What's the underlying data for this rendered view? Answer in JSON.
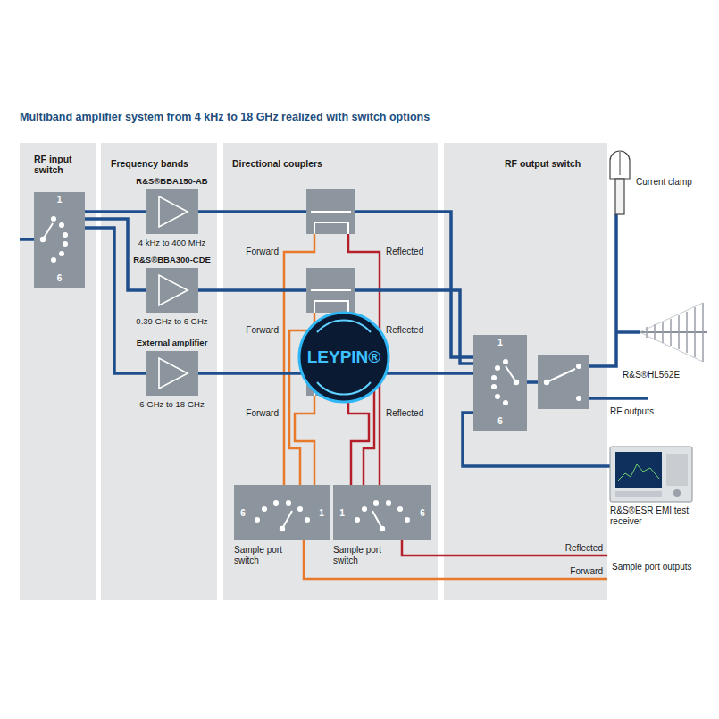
{
  "diagram": {
    "title": "Multiband amplifier system from 4 kHz to 18 GHz realized with switch options",
    "nodes": [
      {
        "text": [
          "RF input switch"
        ]
      },
      {
        "text": [
          "Frequency bands"
        ]
      },
      {
        "text": [
          "Directional couplers"
        ]
      },
      {
        "text": [
          "RF output switch"
        ]
      },
      {
        "text": [
          "1",
          "6"
        ],
        "in": 0
      },
      {
        "text": [
          "R&S®BBA150-AB",
          "4 kHz to 400 MHz"
        ],
        "in": 1
      },
      {
        "text": [
          "R&S®BBA300-CDE",
          "0.39 GHz to 6 GHz"
        ],
        "in": 1
      },
      {
        "text": [
          "External amplifier",
          "6 GHz to 18 GHz"
        ],
        "in": 1
      },
      {
        "text": [
          "6",
          "1",
          "Sample port switch"
        ],
        "in": 2
      },
      {
        "text": [
          "1",
          "6",
          "Sample port switch"
        ],
        "in": 2
      },
      {
        "text": [
          "1",
          "6"
        ],
        "in": 3
      }
    ],
    "edges": [
      {
        "from": 4,
        "to": 5,
        "arrow": "none"
      },
      {
        "from": 4,
        "to": 6,
        "arrow": "none"
      },
      {
        "from": 4,
        "to": 7,
        "arrow": "none"
      },
      {
        "from": 5,
        "to": 10,
        "arrow": "none"
      },
      {
        "from": 6,
        "to": 10,
        "arrow": "none"
      },
      {
        "from": 7,
        "to": 10,
        "arrow": "none"
      }
    ],
    "labels": [
      "Forward",
      "Reflected",
      "Forward",
      "Reflected",
      "Forward",
      "Reflected",
      "Current clamp",
      "R&S®HL562E",
      "RF outputs",
      "R&S®ESR EMI test receiver",
      "Reflected",
      "Forward",
      "Sample port outputs",
      "LEYPIN®"
    ]
  }
}
